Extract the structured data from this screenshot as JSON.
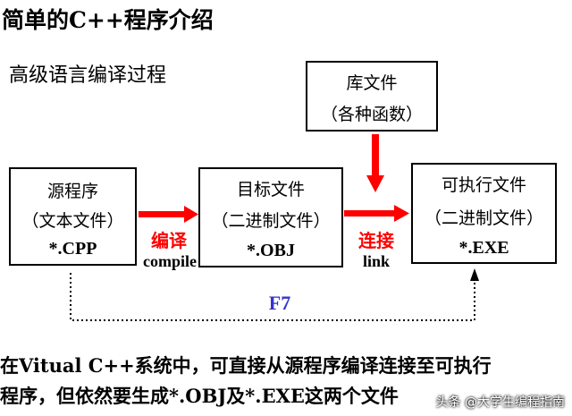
{
  "title": "简单的C++程序介绍",
  "subtitle": "高级语言编译过程",
  "boxes": {
    "source": {
      "line1": "源程序",
      "line2": "（文本文件）",
      "line3": "*.CPP"
    },
    "object": {
      "line1": "目标文件",
      "line2": "（二进制文件）",
      "line3": "*.OBJ"
    },
    "library": {
      "line1": "库文件",
      "line2": "（各种函数）"
    },
    "exe": {
      "line1": "可执行文件",
      "line2": "（二进制文件）",
      "line3": "*.EXE"
    }
  },
  "arrows": {
    "compile_cn": "编译",
    "compile_en": "compile",
    "link_cn": "连接",
    "link_en": "link",
    "f7": "F7"
  },
  "bottom": {
    "line1": "在Vitual C++系统中，可直接从源程序编译连接至可执行",
    "line2": "程序，但依然要生成*.OBJ及*.EXE这两个文件"
  },
  "watermark": "头条 @大学生编程指南",
  "colors": {
    "arrow": "#ff0000",
    "f7": "#3333cc",
    "dotted": "#000000"
  }
}
